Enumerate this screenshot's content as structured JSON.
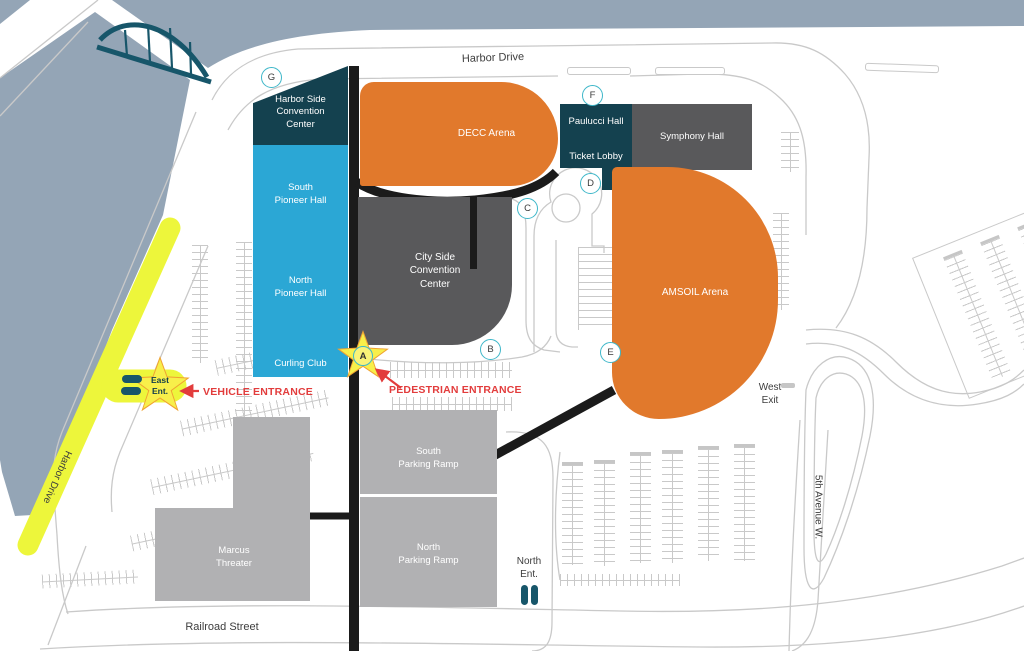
{
  "colors": {
    "water": "#94A5B6",
    "building_orange": "#E1792C",
    "building_cyan": "#2BA7D5",
    "building_dark_teal": "#14414F",
    "building_dark_gray": "#59595B",
    "building_light_gray": "#B1B1B3",
    "highlight_yellow": "#EDF63B",
    "annotation_red": "#E23C3C",
    "marker_teal": "#3EB7C9",
    "road_black": "#1B1B1B",
    "road_outline": "#C9C9C9"
  },
  "streets": {
    "harbor_drive_top": "Harbor Drive",
    "harbor_drive_left": "Harbor Drive",
    "railroad": "Railroad Street",
    "fifth_avenue": "5th Avenue W."
  },
  "buildings": {
    "harbor_side": {
      "lines": [
        "Harbor Side",
        "Convention",
        "Center"
      ]
    },
    "south_pioneer": {
      "lines": [
        "South",
        "Pioneer Hall"
      ]
    },
    "north_pioneer": {
      "lines": [
        "North",
        "Pioneer Hall"
      ]
    },
    "curling_club": {
      "lines": [
        "Curling Club"
      ]
    },
    "decc_arena": {
      "lines": [
        "DECC Arena"
      ]
    },
    "paulucci_hall": {
      "lines": [
        "Paulucci Hall"
      ]
    },
    "ticket_lobby": {
      "lines": [
        "Ticket Lobby"
      ]
    },
    "symphony_hall": {
      "lines": [
        "Symphony Hall"
      ]
    },
    "city_side": {
      "lines": [
        "City Side",
        "Convention",
        "Center"
      ]
    },
    "amsoil_arena": {
      "lines": [
        "AMSOIL Arena"
      ]
    },
    "marcus_theater": {
      "lines": [
        "Marcus",
        "Threater"
      ]
    },
    "south_parking_ramp": {
      "lines": [
        "South",
        "Parking Ramp"
      ]
    },
    "north_parking_ramp": {
      "lines": [
        "North",
        "Parking Ramp"
      ]
    }
  },
  "markers": {
    "a": "A",
    "b": "B",
    "c": "C",
    "d": "D",
    "e": "E",
    "f": "F",
    "g": "G"
  },
  "entrances": {
    "east_star": {
      "lines": [
        "East",
        "Ent."
      ]
    },
    "vehicle_label": "VEHICLE ENTRANCE",
    "pedestrian_label": "PEDESTRIAN ENTRANCE",
    "north_ent": {
      "lines": [
        "North",
        "Ent."
      ]
    },
    "west_exit": {
      "lines": [
        "West",
        "Exit"
      ]
    }
  }
}
